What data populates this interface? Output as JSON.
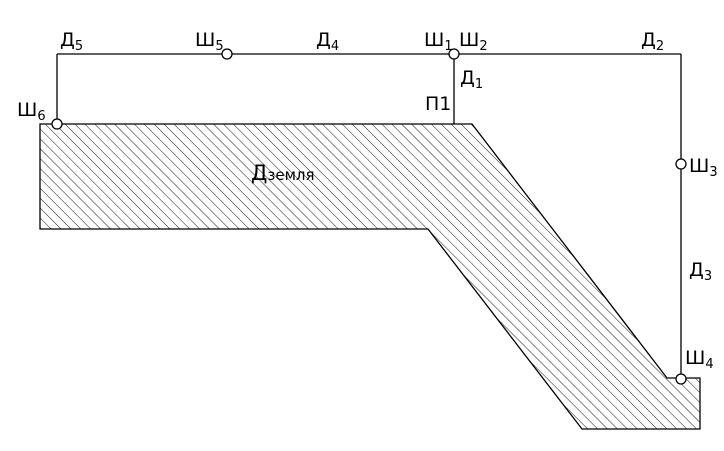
{
  "colors": {
    "line": "#000000",
    "hatch": "#000000",
    "joint_fill": "#ffffff",
    "background": "#ffffff"
  },
  "ground": {
    "label_main": "Д",
    "label_sub": "земля"
  },
  "joints": [
    {
      "main": "Ш",
      "sub": "1"
    },
    {
      "main": "Ш",
      "sub": "2"
    },
    {
      "main": "Ш",
      "sub": "3"
    },
    {
      "main": "Ш",
      "sub": "4"
    },
    {
      "main": "Ш",
      "sub": "5"
    },
    {
      "main": "Ш",
      "sub": "6"
    }
  ],
  "links": [
    {
      "main": "Д",
      "sub": "1"
    },
    {
      "main": "Д",
      "sub": "2"
    },
    {
      "main": "Д",
      "sub": "3"
    },
    {
      "main": "Д",
      "sub": "4"
    },
    {
      "main": "Д",
      "sub": "5"
    }
  ],
  "prismatic": {
    "main": "П",
    "sub": "1"
  }
}
